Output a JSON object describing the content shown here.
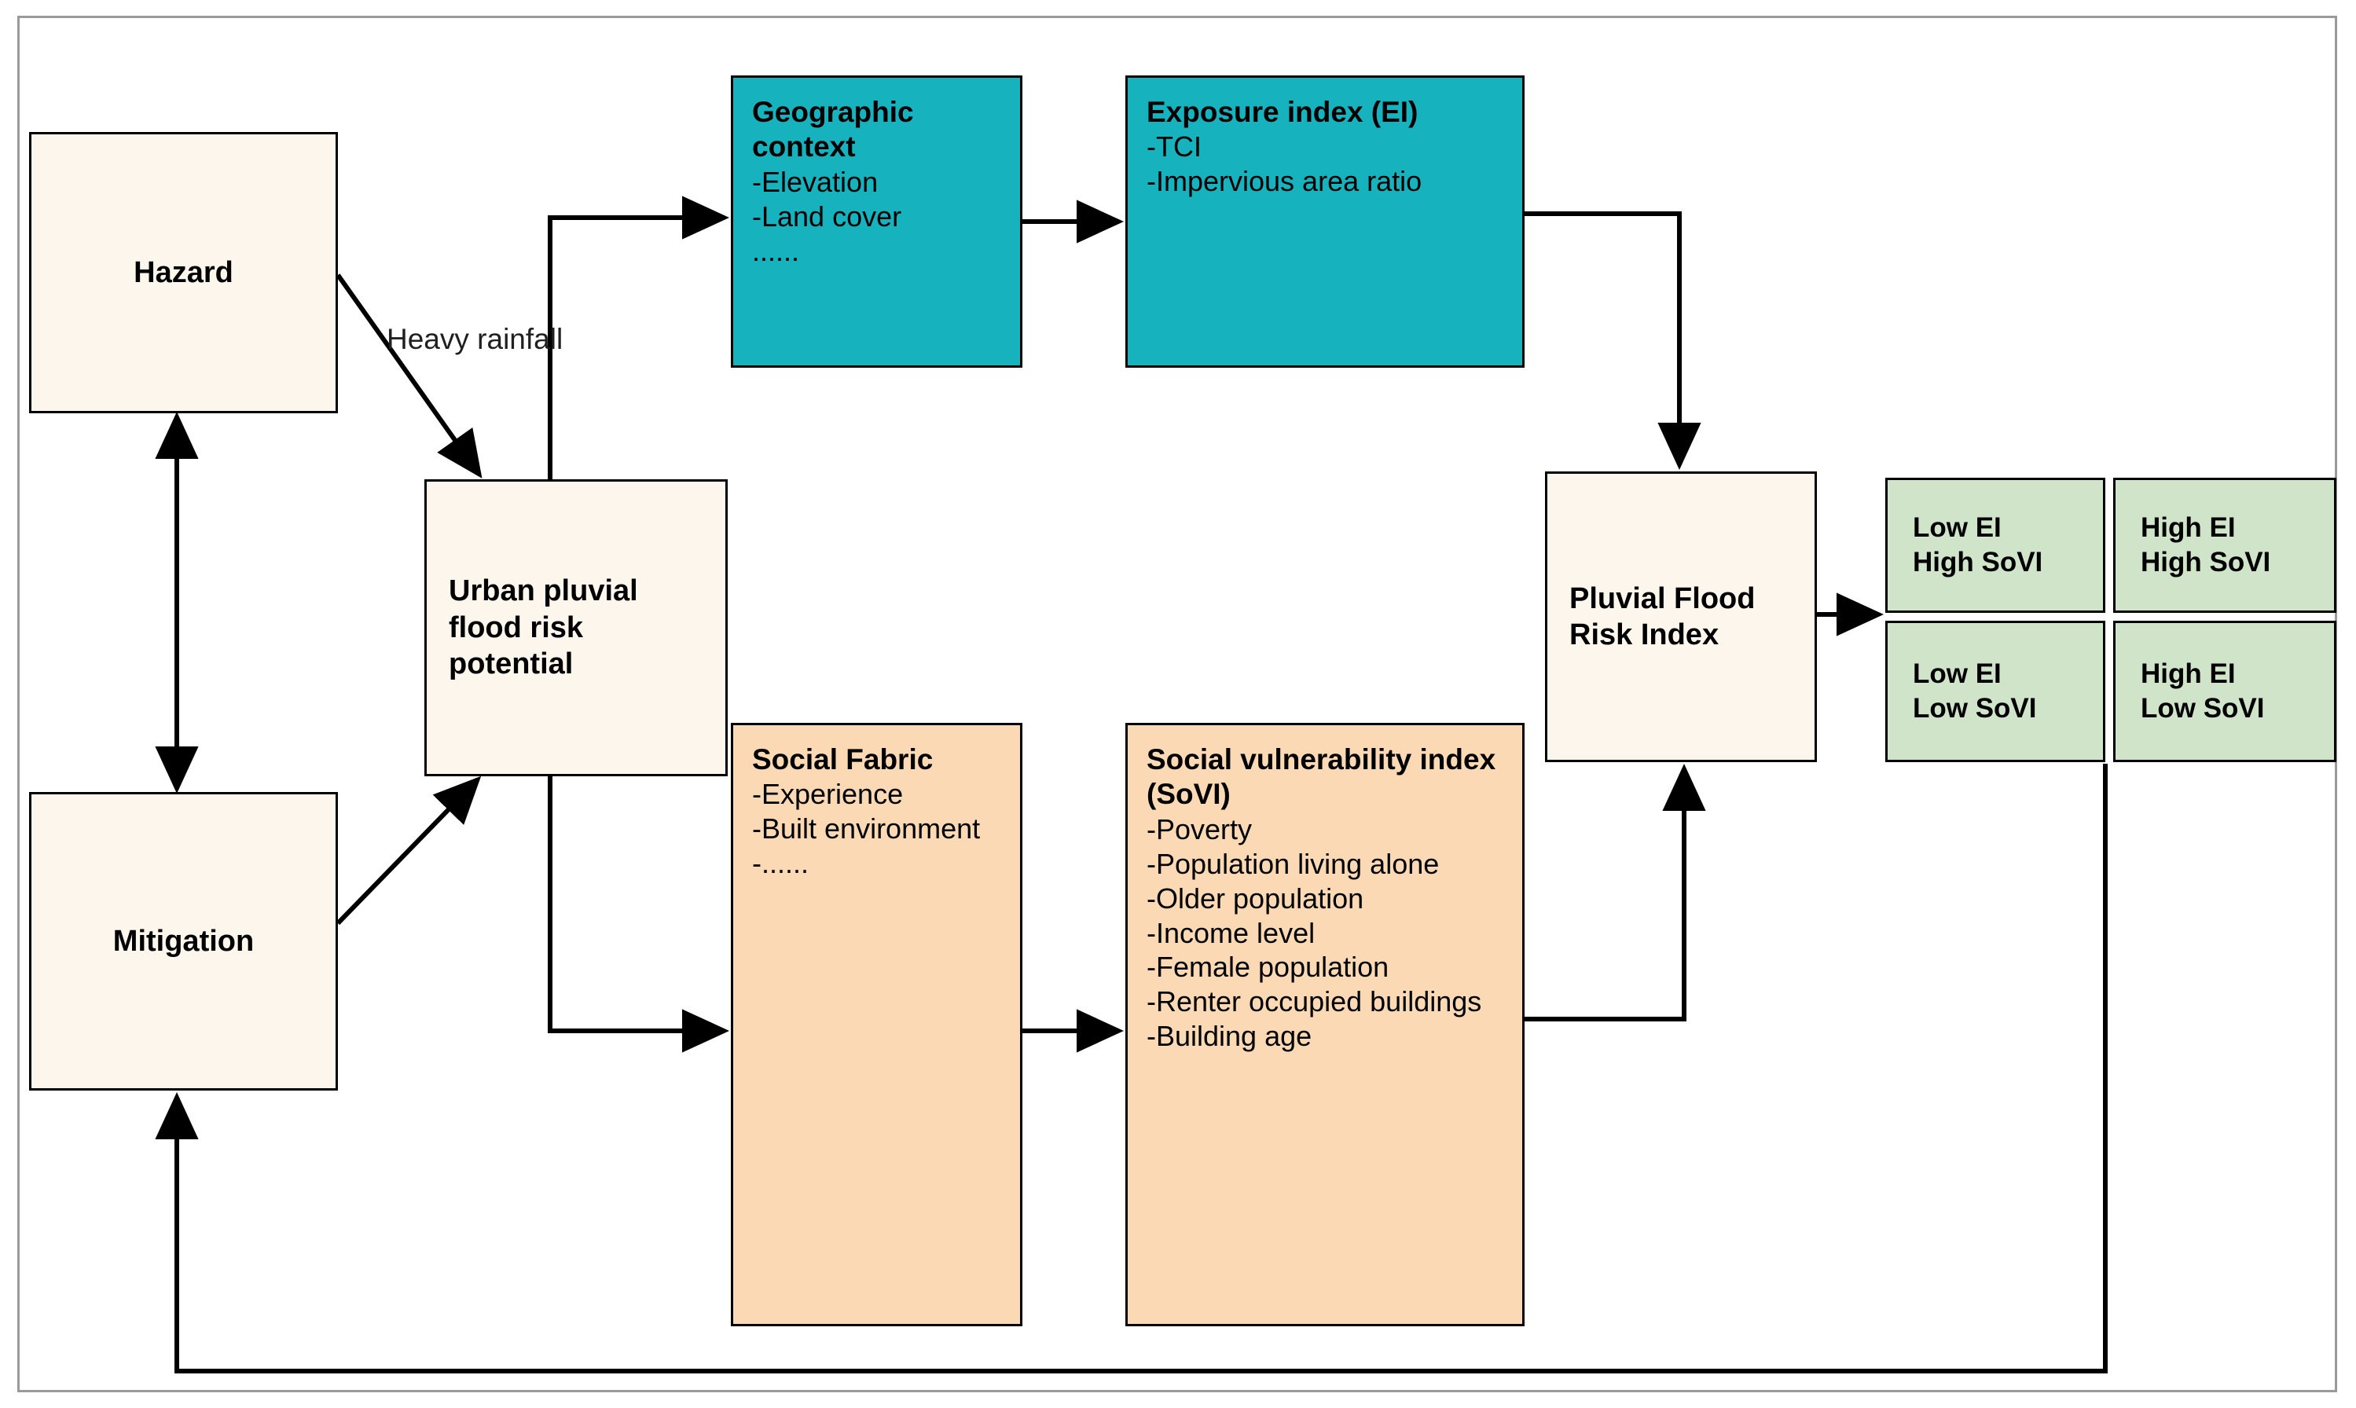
{
  "diagram": {
    "title_present": false,
    "colors": {
      "cream": "#fdf6ec",
      "teal": "#16b2bd",
      "peach": "#fbd9b5",
      "green": "#cfe4c8",
      "border": "#000000",
      "frame": "#9a9a9a"
    }
  },
  "nodes": {
    "hazard": {
      "title": "Hazard"
    },
    "mitigation": {
      "title": "Mitigation"
    },
    "urban_pluvial_flood_risk_potential": {
      "title": "Urban pluvial flood risk potential"
    },
    "geographic_context": {
      "title": "Geographic context",
      "items": [
        "-Elevation",
        "-Land cover",
        "......"
      ]
    },
    "exposure_index": {
      "title": "Exposure index (EI)",
      "items": [
        "-TCI",
        "-Impervious area ratio"
      ]
    },
    "social_fabric": {
      "title": "Social Fabric",
      "items": [
        "-Experience",
        "-Built environment",
        "-......"
      ]
    },
    "social_vulnerability_index": {
      "title": "Social vulnerability index (SoVI)",
      "items": [
        "-Poverty",
        "-Population living alone",
        "-Older population",
        "-Income level",
        "-Female population",
        "-Renter occupied buildings",
        "-Building age"
      ]
    },
    "pluvial_flood_risk_index": {
      "title": "Pluvial Flood Risk Index"
    },
    "quadrants": [
      {
        "id": "low-ei-high-sovi",
        "line1": "Low EI",
        "line2": "High SoVI"
      },
      {
        "id": "high-ei-high-sovi",
        "line1": "High EI",
        "line2": "High SoVI"
      },
      {
        "id": "low-ei-low-sovi",
        "line1": "Low EI",
        "line2": "Low SoVI"
      },
      {
        "id": "high-ei-low-sovi",
        "line1": "High EI",
        "line2": "Low SoVI"
      }
    ]
  },
  "edge_labels": {
    "heavy_rainfall_line1": "Heavy",
    "heavy_rainfall_line2": "rainfall"
  }
}
